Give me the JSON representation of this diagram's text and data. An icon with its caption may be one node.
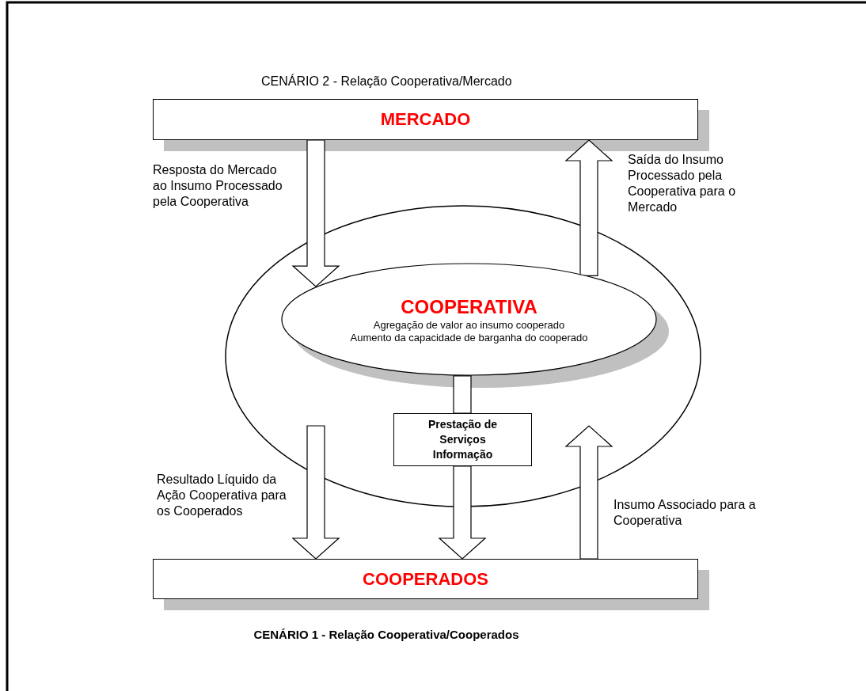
{
  "diagram": {
    "nodes": [
      {
        "text": [
          "MERCADO"
        ]
      },
      {
        "text": [
          "COOPERATIVA",
          "Agregação de valor ao insumo cooperado",
          "Aumento da capacidade de barganha do cooperado"
        ]
      },
      {
        "text": [
          "Prestação de Serviços Informação"
        ]
      },
      {
        "text": [
          "COOPERADOS"
        ]
      }
    ],
    "edges": [
      {
        "from": 0,
        "to": 1,
        "arrow": "to",
        "label": "Resposta do Mercado ao Insumo Processado pela Cooperativa"
      },
      {
        "from": 1,
        "to": 0,
        "arrow": "to",
        "label": "Saída do Insumo Processado pela Cooperativa para o Mercado"
      },
      {
        "from": 1,
        "to": 2,
        "arrow": "none"
      },
      {
        "from": 2,
        "to": 3,
        "arrow": "to"
      },
      {
        "from": null,
        "to": 3,
        "arrow": "to",
        "label": "Resultado Líquido da Ação Cooperativa para os Cooperados"
      },
      {
        "from": 3,
        "to": null,
        "arrow": "to",
        "label": "Insumo Associado para a Cooperativa"
      }
    ],
    "labels": [
      "CENÁRIO 2 - Relação Cooperativa/Mercado",
      "CENÁRIO 1 - Relação Cooperativa/Cooperados"
    ]
  }
}
